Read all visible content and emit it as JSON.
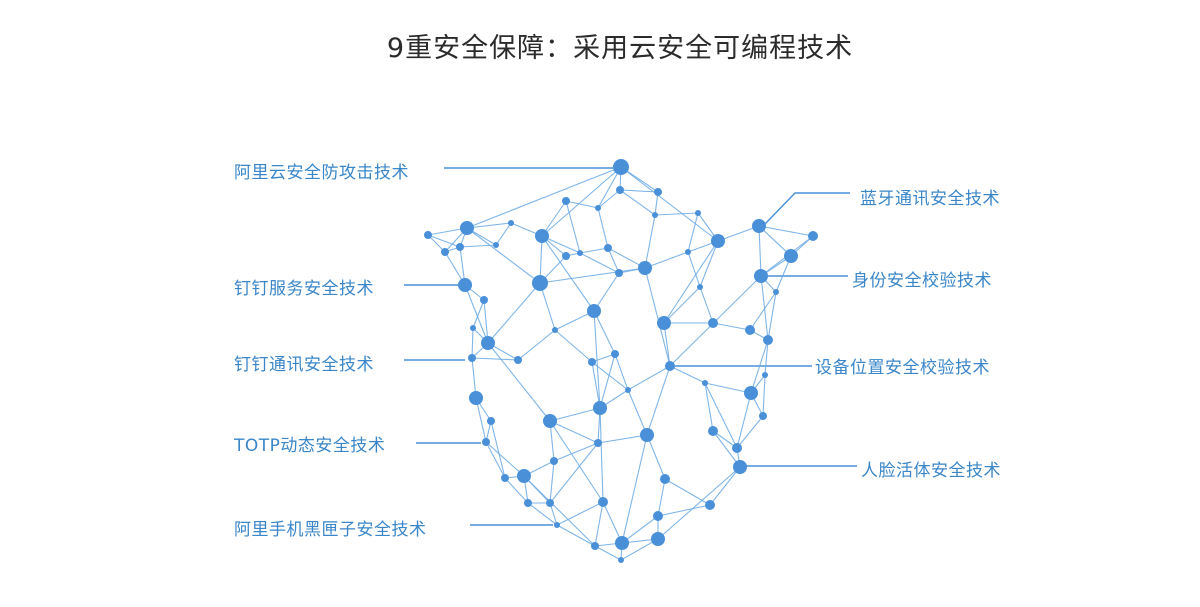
{
  "title": "9重安全保障：采用云安全可编程技术",
  "colors": {
    "accent": "#4a90d9",
    "line": "#6aa9e3",
    "label": "#3a86c8"
  },
  "labels": {
    "left": [
      "阿里云安全防攻击技术",
      "钉钉服务安全技术",
      "钉钉通讯安全技术",
      "TOTP动态安全技术",
      "阿里手机黑匣子安全技术"
    ],
    "right": [
      "蓝牙通讯安全技术",
      "身份安全校验技术",
      "设备位置安全校验技术",
      "人脸活体安全技术"
    ]
  }
}
